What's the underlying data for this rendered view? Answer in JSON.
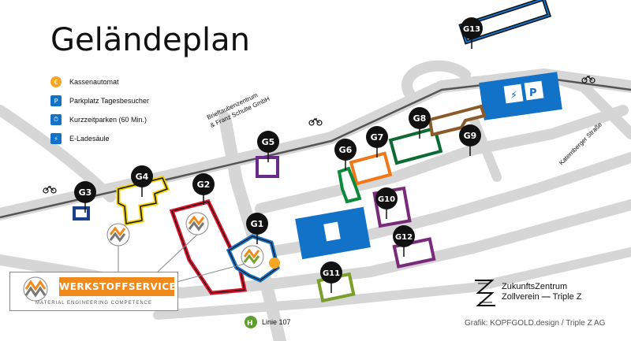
{
  "title": "Geländeplan",
  "legend": [
    {
      "symbol": "coin",
      "glyph": "€",
      "label": "Kassenautomat"
    },
    {
      "symbol": "park",
      "glyph": "P",
      "label": "Parkplatz Tagesbesucher"
    },
    {
      "symbol": "park",
      "glyph": "⏱",
      "label": "Kurzzeitparken (60 Min.)"
    },
    {
      "symbol": "park",
      "glyph": "⚡",
      "label": "E-Ladesäule"
    }
  ],
  "buildings": [
    {
      "id": "G1",
      "color": "#1272c8"
    },
    {
      "id": "G2",
      "color": "#e0102a"
    },
    {
      "id": "G3",
      "color": "#1a3f8c"
    },
    {
      "id": "G4",
      "color": "#f5d000"
    },
    {
      "id": "G5",
      "color": "#6a2a8a"
    },
    {
      "id": "G6",
      "color": "#0b8a3a"
    },
    {
      "id": "G7",
      "color": "#f07818"
    },
    {
      "id": "G8",
      "color": "#0b6b33"
    },
    {
      "id": "G9",
      "color": "#8a5a2a"
    },
    {
      "id": "G10",
      "color": "#7a2a7a"
    },
    {
      "id": "G11",
      "color": "#7ba02a"
    },
    {
      "id": "G12",
      "color": "#7a2a7a"
    },
    {
      "id": "G13",
      "color": "#1272c8"
    }
  ],
  "street_labels": {
    "brieftauben_1": "Brieftaubenzentrum",
    "brieftauben_2": "& Franz Schulte GmbH",
    "katernberger": "Katernberger Straße"
  },
  "bus": {
    "glyph": "H",
    "label": "Linie 107"
  },
  "werkstoff": {
    "name": "WERKSTOFFSERVICE",
    "tagline": "MATERIAL ENGINEERING COMPETENCE"
  },
  "zukunft": {
    "line1": "ZukunftsZentrum",
    "line2": "Zollverein ⎯⎯ Triple Z"
  },
  "credit": "Grafik: KOPFGOLD.design / Triple Z AG",
  "colors": {
    "road": "#d6d6d6",
    "parking": "#1272c8",
    "marker": "#111111",
    "accent": "#f5a623"
  }
}
